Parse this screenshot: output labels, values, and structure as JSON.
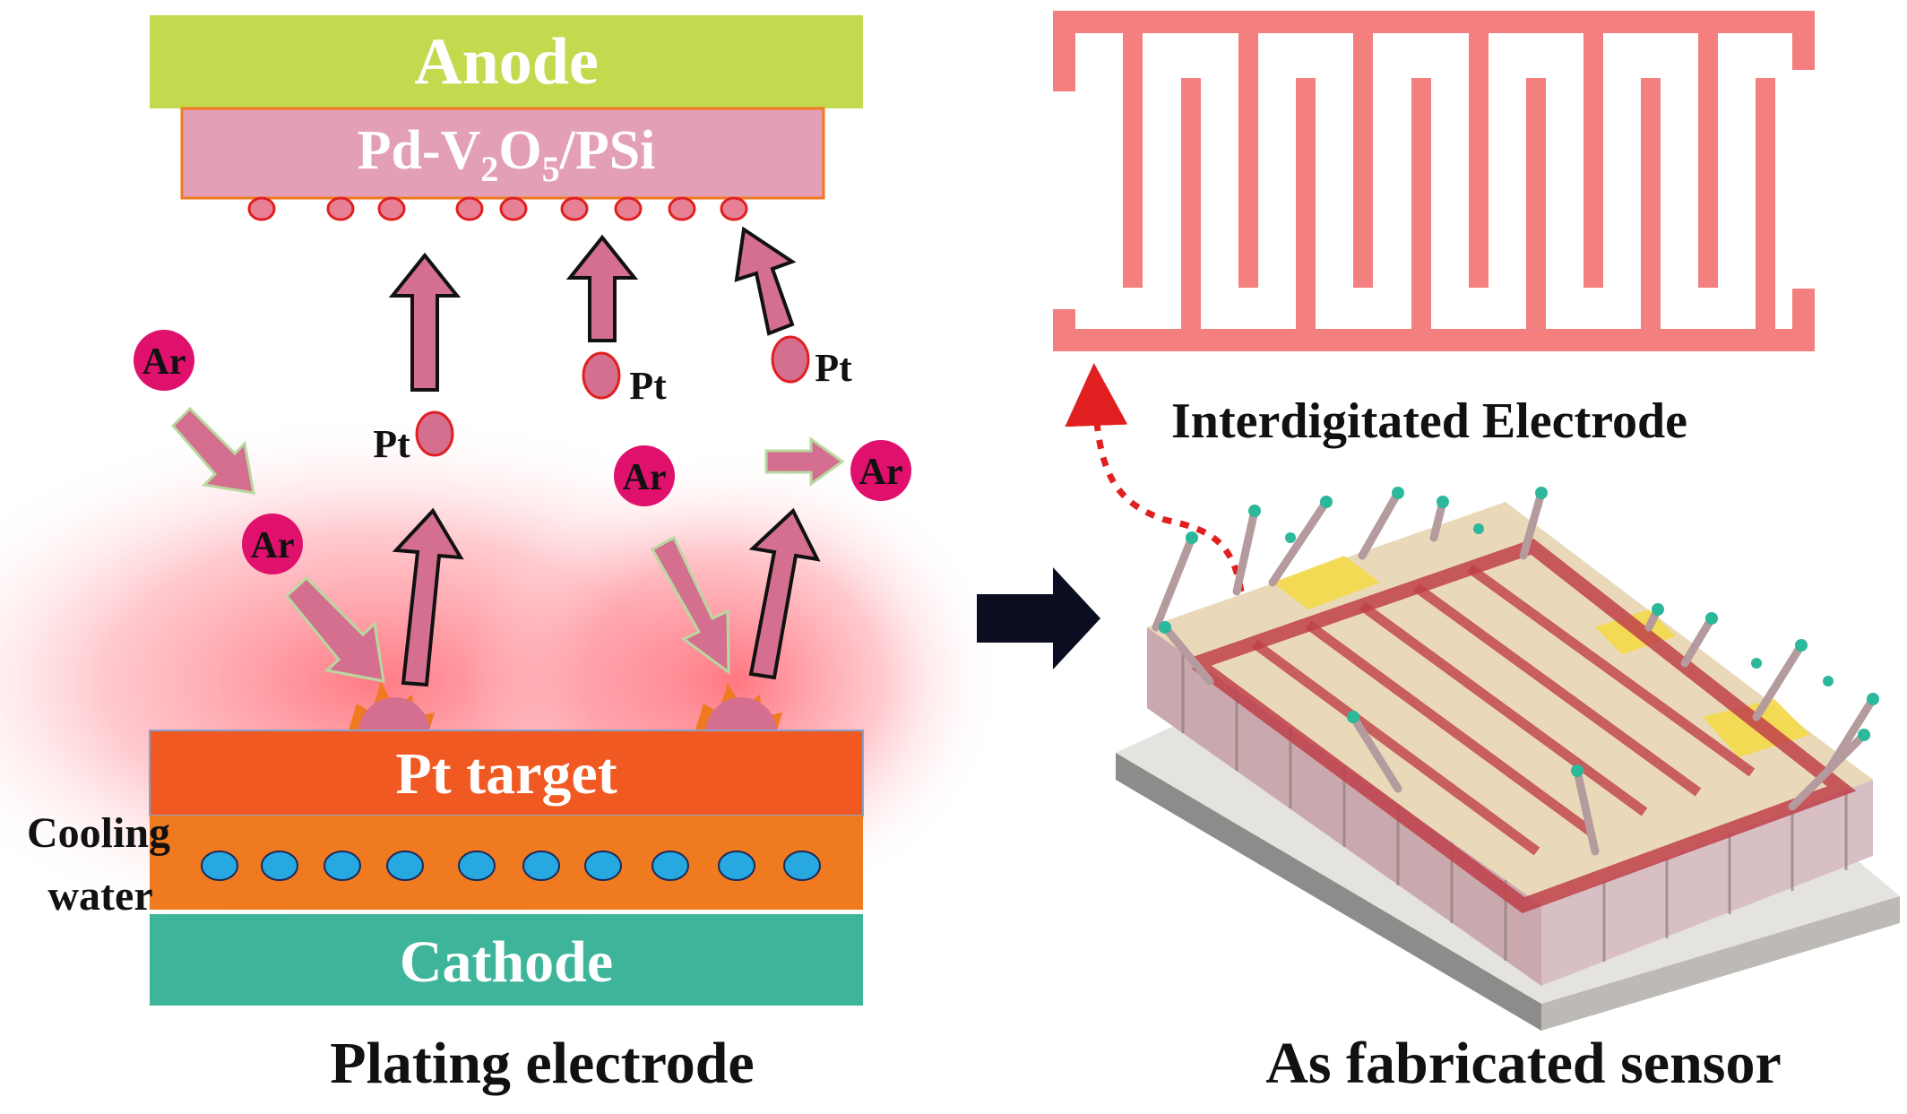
{
  "left_panel": {
    "anode_label": "Anode",
    "substrate_label": {
      "prefix": "Pd-V",
      "sub1": "2",
      "mid": "O",
      "sub2": "5",
      "suffix": "/PSi"
    },
    "target_label": "Pt target",
    "cooling_label_line1": "Cooling",
    "cooling_label_line2": "water",
    "cathode_label": "Cathode",
    "caption": "Plating electrode",
    "argon_label": "Ar",
    "platinum_label": "Pt"
  },
  "right_panel": {
    "electrode_caption": "Interdigitated Electrode",
    "sensor_caption": "As fabricated sensor"
  },
  "colors": {
    "anode": "#c3d94e",
    "substrate": "#e39fb6",
    "target": "#f05a22",
    "cooling": "#f07a20",
    "cathode": "#3eb49a",
    "water_drop": "#27a8e0",
    "arrow_fill": "#d46f8f",
    "argon": "#e0106d",
    "electrode": "#f47f7f",
    "dotted_arrow": "#e02020"
  }
}
